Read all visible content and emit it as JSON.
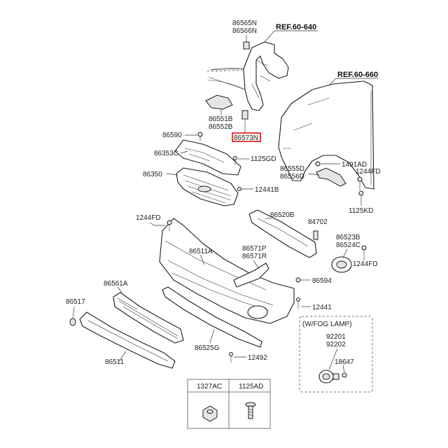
{
  "refs": {
    "fender_support": "REF.60-640",
    "fender": "REF.60-660"
  },
  "parts": {
    "p86565N": "86565N",
    "p86566N": "86566N",
    "p86551B": "86551B",
    "p86552B": "86552B",
    "p86573N": "86573N",
    "p86590": "86590",
    "p86353C": "86353C",
    "p1125GD": "1125GD",
    "p86350": "86350",
    "p12441B": "12441B",
    "p1491AD": "1491AD",
    "p86555D": "86555D",
    "p86556D": "86556D",
    "p1244FD_a": "1244FD",
    "p1125KD": "1125KD",
    "p1244FD_b": "1244FD",
    "p86520B": "86520B",
    "p84702": "84702",
    "p86523B": "86523B",
    "p86524C": "86524C",
    "p1244FD_c": "1244FD",
    "p86511A": "86511A",
    "p86571P": "86571P",
    "p86571R": "86571R",
    "p86594": "86594",
    "p86561A": "86561A",
    "p86517": "86517",
    "p12441": "12441",
    "p86525G": "86525G",
    "p86511": "86511",
    "p12492": "12492"
  },
  "fog_lamp": {
    "title": "(W/FOG LAMP)",
    "p92201": "92201",
    "p92202": "92202",
    "p18647": "18647"
  },
  "legend_table": {
    "col1": "1327AC",
    "col2": "1125AD"
  },
  "highlight_color": "#e01010"
}
